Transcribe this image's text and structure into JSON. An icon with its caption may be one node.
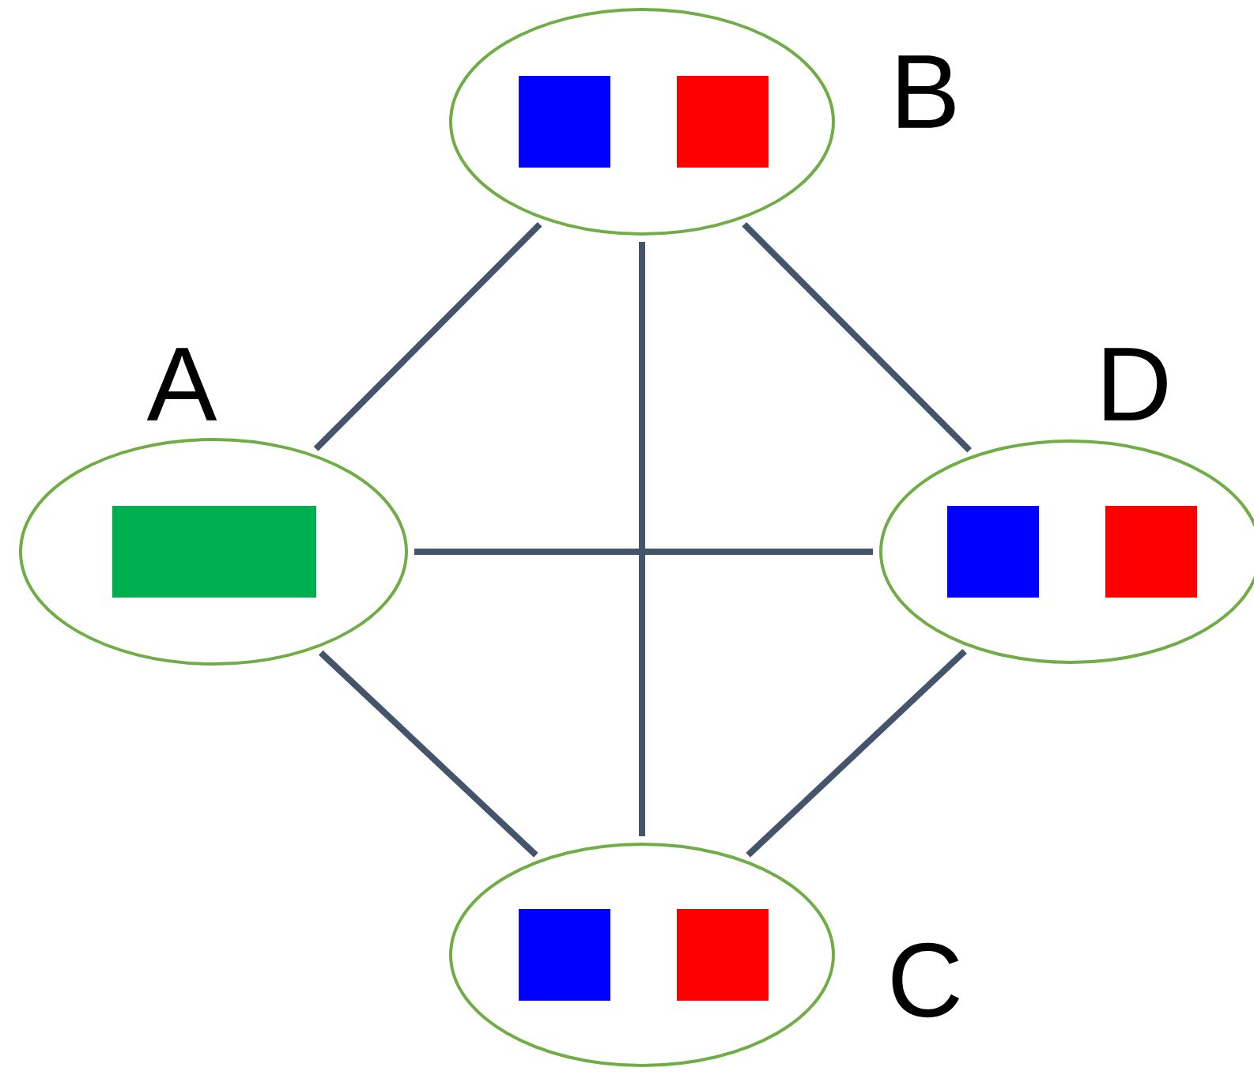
{
  "diagram": {
    "nodes": [
      {
        "text": [
          "B"
        ]
      },
      {
        "text": [],
        "shape": "box",
        "in": 0
      },
      {
        "text": [],
        "shape": "box",
        "in": 0
      },
      {
        "text": [
          "A"
        ]
      },
      {
        "text": [],
        "shape": "box",
        "in": 3
      },
      {
        "text": [
          "D"
        ]
      },
      {
        "text": [],
        "shape": "box",
        "in": 5
      },
      {
        "text": [],
        "shape": "box",
        "in": 5
      },
      {
        "text": [
          "C"
        ]
      },
      {
        "text": [],
        "shape": "box",
        "in": 8
      },
      {
        "text": [],
        "shape": "box",
        "in": 8
      }
    ],
    "edges": [
      {
        "from": 0,
        "to": 3,
        "arrow": "none"
      },
      {
        "from": 0,
        "to": 5,
        "arrow": "none"
      },
      {
        "from": 0,
        "to": 8,
        "arrow": "none"
      },
      {
        "from": 3,
        "to": 5,
        "arrow": "none"
      },
      {
        "from": 3,
        "to": 8,
        "arrow": "none"
      },
      {
        "from": 5,
        "to": 8,
        "arrow": "none"
      }
    ]
  }
}
